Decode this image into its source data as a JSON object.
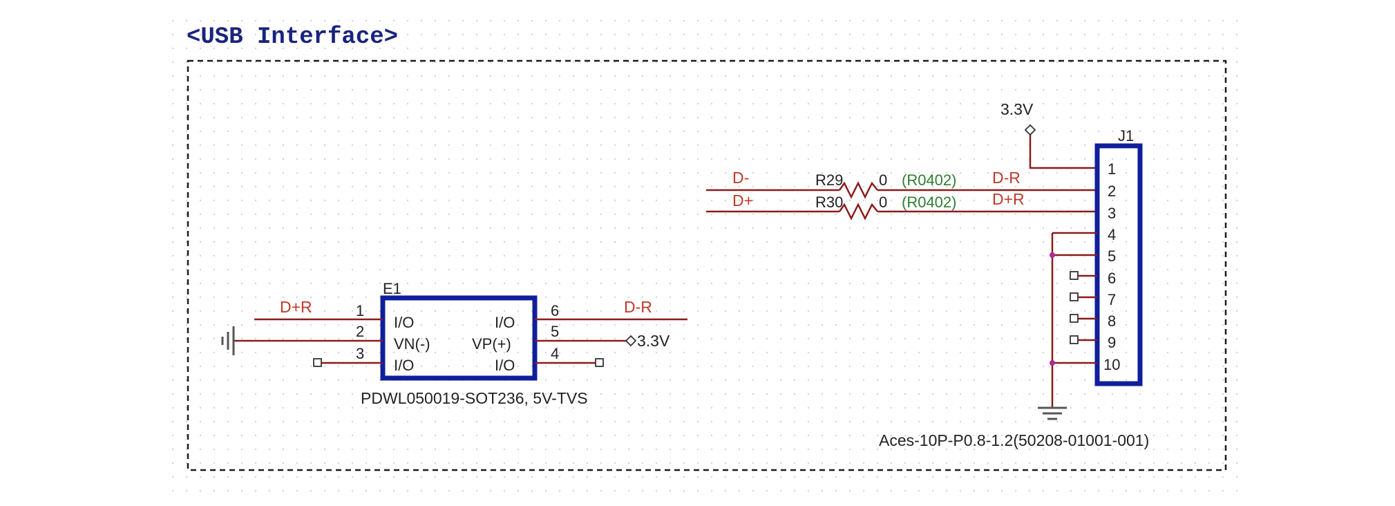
{
  "title": "<USB Interface>",
  "colors": {
    "border": "#1a1a1a",
    "wire": "#8b1a1a",
    "chip_outline": "#0f1f9c",
    "net_label": "#c0392b",
    "footprint": "#2e7d32",
    "junction": "#b0279a",
    "text": "#222222",
    "title": "#1a237e"
  },
  "tvs": {
    "ref": "E1",
    "part": "PDWL050019-SOT236, 5V-TVS",
    "pins_left": [
      {
        "num": "1",
        "name": "I/O",
        "net": "D+R"
      },
      {
        "num": "2",
        "name": "VN(-)",
        "net": ""
      },
      {
        "num": "3",
        "name": "I/O",
        "net": ""
      }
    ],
    "pins_right": [
      {
        "num": "6",
        "name": "I/O",
        "net": "D-R"
      },
      {
        "num": "5",
        "name": "VP(+)",
        "net": "3.3V"
      },
      {
        "num": "4",
        "name": "I/O",
        "net": ""
      }
    ]
  },
  "resistors": [
    {
      "ref": "R29",
      "value": "0",
      "footprint": "(R0402)",
      "net_in": "D-",
      "net_out": "D-R"
    },
    {
      "ref": "R30",
      "value": "0",
      "footprint": "(R0402)",
      "net_in": "D+",
      "net_out": "D+R"
    }
  ],
  "power": {
    "label": "3.3V"
  },
  "connector": {
    "ref": "J1",
    "pins": [
      "1",
      "2",
      "3",
      "4",
      "5",
      "6",
      "7",
      "8",
      "9",
      "10"
    ],
    "part": "Aces-10P-P0.8-1.2(50208-01001-001)"
  }
}
